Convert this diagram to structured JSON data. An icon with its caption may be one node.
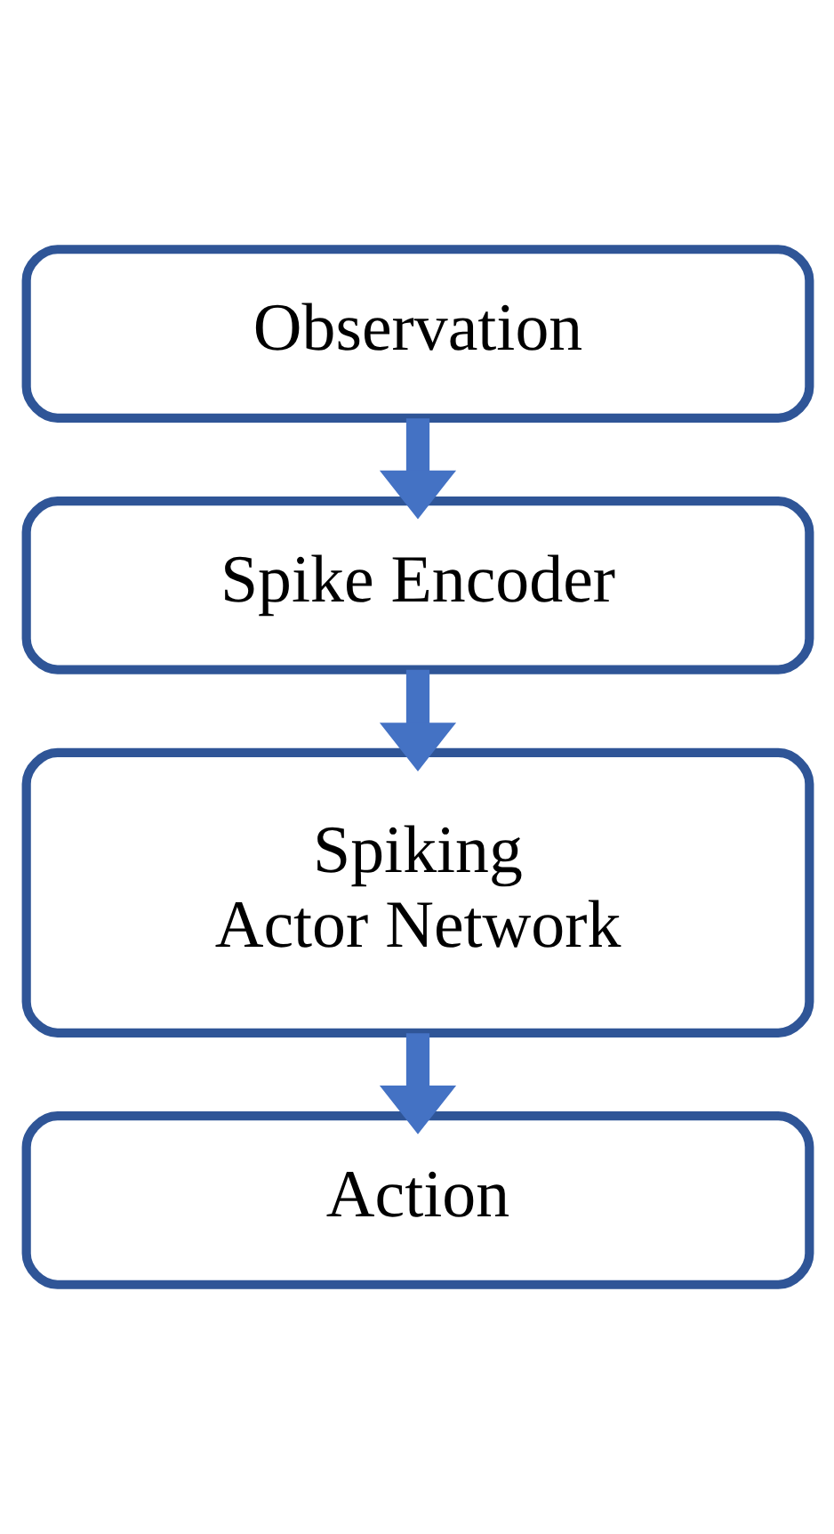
{
  "diagram": {
    "nodes": [
      {
        "text": [
          "Observation"
        ]
      },
      {
        "text": [
          "Spike Encoder"
        ]
      },
      {
        "text": [
          "Spiking Actor Network"
        ]
      },
      {
        "text": [
          "Action"
        ]
      }
    ],
    "edges": [
      {
        "from": 0,
        "to": 1,
        "arrow": "to"
      },
      {
        "from": 1,
        "to": 2,
        "arrow": "to"
      },
      {
        "from": 2,
        "to": 3,
        "arrow": "to"
      }
    ]
  }
}
